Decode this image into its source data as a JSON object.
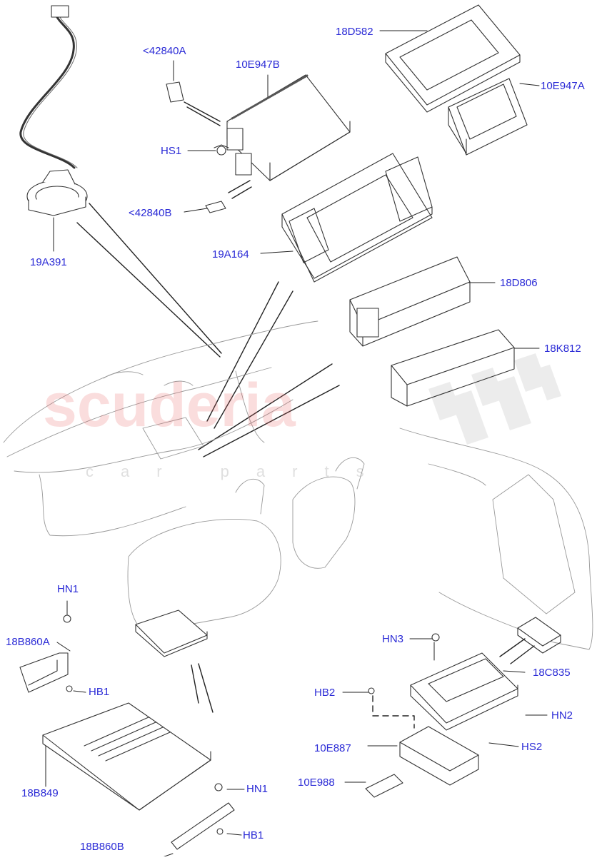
{
  "watermark": {
    "brand": "scuderia",
    "sub": "car parts",
    "color": "#e86464"
  },
  "label_color": "#2a2ad6",
  "labels": {
    "l_19a391": "19A391",
    "l_42840a": "<42840A",
    "l_10e947b": "10E947B",
    "l_hs1": "HS1",
    "l_42840b": "<42840B",
    "l_19a164": "19A164",
    "l_18d582": "18D582",
    "l_10e947a": "10E947A",
    "l_18d806": "18D806",
    "l_18k812": "18K812",
    "l_hn1_left": "HN1",
    "l_18b860a": "18B860A",
    "l_hb1_left": "HB1",
    "l_18b849": "18B849",
    "l_hn1_right": "HN1",
    "l_18b860b": "18B860B",
    "l_hb1_right": "HB1",
    "l_hn3": "HN3",
    "l_18c835": "18C835",
    "l_hb2": "HB2",
    "l_hn2": "HN2",
    "l_10e887": "10E887",
    "l_hs2": "HS2",
    "l_10e988": "10E988"
  }
}
